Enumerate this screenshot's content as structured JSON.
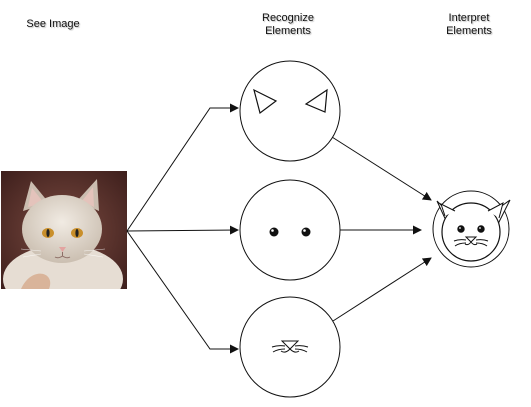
{
  "headings": {
    "see_image": "See Image",
    "recognize_elements": "Recognize\nElements",
    "interpret_elements": "Interpret\nElements"
  },
  "nodes": {
    "input": "cat-photo",
    "ears": "ear-triangles-icon",
    "eyes": "eyes-icon",
    "mouth": "nose-mouth-whiskers-icon",
    "output": "cat-face-icon"
  },
  "colors": {
    "stroke": "#111111",
    "background": "#ffffff",
    "photo_background": "#5a2f2a",
    "fur": "#d8cfc4",
    "eye": "#c98f2b",
    "nose": "#e3a3a0"
  }
}
